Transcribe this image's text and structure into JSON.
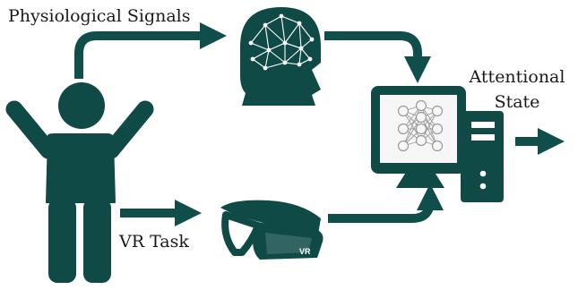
{
  "labels": {
    "physiological_signals": "Physiological Signals",
    "vr_task": "VR Task",
    "attentional_state_line1": "Attentional",
    "attentional_state_line2": "State"
  },
  "icons": {
    "person": "person-arms-raised-icon",
    "head": "brain-network-head-icon",
    "headset": "vr-headset-icon",
    "computer": "desktop-computer-neural-network-icon",
    "headset_badge": "VR"
  },
  "colors": {
    "primary": "#104e4b",
    "icon_fill": "#0f4a47",
    "screen": "#f6f6f6",
    "network": "#9a9a9a"
  }
}
